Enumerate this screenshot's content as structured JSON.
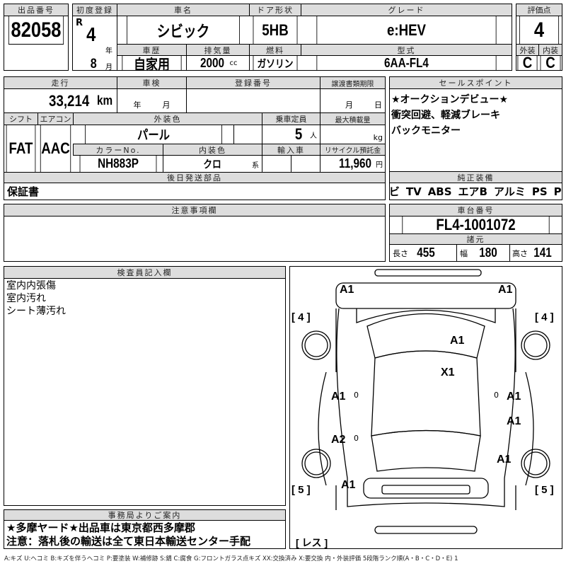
{
  "lot": {
    "label": "出品番号",
    "value": "82058"
  },
  "first_reg": {
    "label": "初度登録",
    "era": "R",
    "year": "4",
    "year_unit": "年",
    "month": "8",
    "month_unit": "月"
  },
  "car_name": {
    "label": "車名",
    "value": "シビック"
  },
  "door": {
    "label": "ドア形状",
    "value": "5HB"
  },
  "grade": {
    "label": "グレード",
    "value": "e:HEV"
  },
  "history": {
    "label": "車歴",
    "value": "自家用"
  },
  "displacement": {
    "label": "排気量",
    "value": "2000",
    "unit": "cc"
  },
  "fuel": {
    "label": "燃料",
    "value": "ガソリン"
  },
  "model": {
    "label": "型式",
    "value": "6AA-FL4"
  },
  "score": {
    "label": "評価点",
    "value": "4",
    "ext_label": "外装",
    "int_label": "内装",
    "ext": "C",
    "int": "C"
  },
  "mileage": {
    "label": "走行",
    "value": "33,214",
    "unit": "km"
  },
  "inspection": {
    "label": "車検",
    "year_unit": "年",
    "month_unit": "月"
  },
  "reg_no": {
    "label": "登録番号"
  },
  "transfer": {
    "label": "譲渡書類期限",
    "month_unit": "月",
    "day_unit": "日"
  },
  "shift": {
    "label": "シフト",
    "value": "FAT"
  },
  "aircon": {
    "label": "エアコン",
    "value": "AAC"
  },
  "ext_color": {
    "label": "外装色",
    "value": "パール"
  },
  "capacity": {
    "label": "乗車定員",
    "value": "5",
    "unit": "人"
  },
  "max_load": {
    "label": "最大積載量",
    "unit": "kg"
  },
  "color_no": {
    "label": "カラーNo.",
    "value": "NH883P"
  },
  "int_color": {
    "label": "内装色",
    "value": "クロ",
    "unit": "系"
  },
  "import": {
    "label": "輸入車"
  },
  "recycle": {
    "label": "リサイクル預託金",
    "value": "11,960",
    "unit": "円"
  },
  "later_parts": {
    "label": "後日発送部品",
    "value": "保証書"
  },
  "sales_points": {
    "label": "セールスポイント",
    "items": [
      "★オークションデビュー★",
      "衝突回避、軽減ブレーキ",
      "バックモニター"
    ]
  },
  "equipment": {
    "label": "純正装備",
    "items": [
      "ナビ",
      "TV",
      "ABS",
      "エアB",
      "アルミ",
      "PS",
      "PW"
    ]
  },
  "caution": {
    "label": "注意事項欄"
  },
  "chassis": {
    "label": "車台番号",
    "value": "FL4-1001072"
  },
  "specs": {
    "label": "諸元",
    "length_label": "長さ",
    "length": "455",
    "width_label": "幅",
    "width": "180",
    "height_label": "高さ",
    "height": "141"
  },
  "inspector": {
    "label": "検査員記入欄",
    "notes": [
      "室内内張傷",
      "室内汚れ",
      "シート薄汚れ"
    ]
  },
  "office": {
    "label": "事務局よりご案内",
    "lines": [
      "★多摩ヤード★出品車は東京都西多摩郡",
      "注意：落札後の輸送は全て東日本輸送センター手配"
    ]
  },
  "diagram": {
    "marks": [
      "A1",
      "A1",
      "A1",
      "X1",
      "A1",
      "A1",
      "A1",
      "A2",
      "A1",
      "A1"
    ],
    "zeros": [
      "0",
      "0",
      "0"
    ],
    "tires": [
      "[ 4 ]",
      "[ 4 ]",
      "[ 5 ]",
      "[ 5 ]"
    ],
    "spare": "[ レス ]"
  },
  "legend": "A:キズ U:ヘコミ B:キズを伴うヘコミ P:要塗装 W:補修跡 S:錆 C:腐食 G:フロントガラス点キズ XX:交換済み X:要交換 内・外装評価 5段階ランク順(A・B・C・D・E) 1"
}
